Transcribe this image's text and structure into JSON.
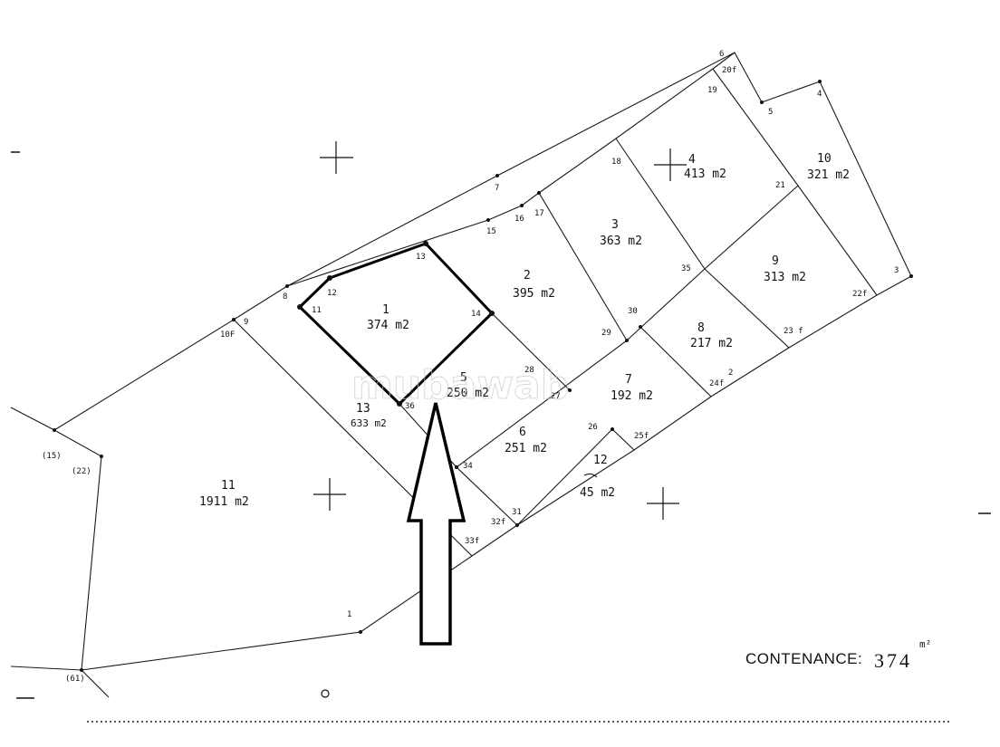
{
  "plan": {
    "parcels": [
      {
        "number": "1",
        "area": "374 m2",
        "highlighted": true
      },
      {
        "number": "2",
        "area": "395 m2"
      },
      {
        "number": "3",
        "area": "363 m2"
      },
      {
        "number": "4",
        "area": "413 m2"
      },
      {
        "number": "5",
        "area": "250 m2"
      },
      {
        "number": "6",
        "area": "251 m2"
      },
      {
        "number": "7",
        "area": "192 m2"
      },
      {
        "number": "8",
        "area": "217 m2"
      },
      {
        "number": "9",
        "area": "313 m2"
      },
      {
        "number": "10",
        "area": "321 m2"
      },
      {
        "number": "11",
        "area": "1911 m2"
      },
      {
        "number": "12",
        "area": "45 m2"
      },
      {
        "number": "13",
        "area": "633 m2"
      }
    ],
    "points": [
      "1",
      "2",
      "3",
      "4",
      "5",
      "6",
      "7",
      "8",
      "9",
      "10F",
      "11",
      "12",
      "13",
      "14",
      "15",
      "16",
      "17",
      "18",
      "19",
      "20f",
      "21",
      "22f",
      "23 f",
      "24f",
      "25f",
      "26",
      "27",
      "28",
      "29",
      "30",
      "31",
      "32f",
      "33f",
      "34",
      "35",
      "36",
      "(15)",
      "(22)",
      "(61)"
    ],
    "watermark": "mubawab",
    "contenance": {
      "label": "CONTENANCE:",
      "value": "374",
      "unit": "m²"
    },
    "colors": {
      "ink": "#111111",
      "paper": "#ffffff",
      "watermark": "#c9c9c9"
    }
  }
}
